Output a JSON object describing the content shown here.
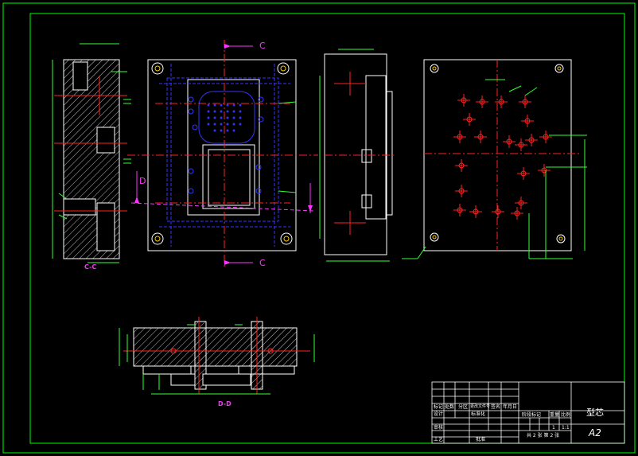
{
  "drawing": {
    "section_marks": {
      "c_top": "C",
      "c_bottom": "C",
      "d": "D"
    },
    "view_labels": {
      "cc": "C-C",
      "dd": "D-D"
    },
    "title_block": {
      "part_name": "型芯",
      "sheet_size": "A2",
      "scale": "1:1",
      "quantity": "1",
      "sheet_info": "共 2 张  第 2 张",
      "col_headers": [
        "阶段标记",
        "重量",
        "比例"
      ],
      "row_labels": [
        "标记",
        "处数",
        "分区",
        "更改文件号",
        "签名",
        "年月日"
      ],
      "left_labels": [
        "设计",
        "审核",
        "工艺"
      ],
      "left_values": [
        "标准化",
        "批准"
      ]
    },
    "colors": {
      "frame": "#00ff00",
      "outline": "#ffffff",
      "hidden": "#3333ff",
      "centerline": "#ff2222",
      "section": "#ff33ff",
      "dimension": "#33ff33",
      "hatch": "#c0c0c0"
    }
  }
}
